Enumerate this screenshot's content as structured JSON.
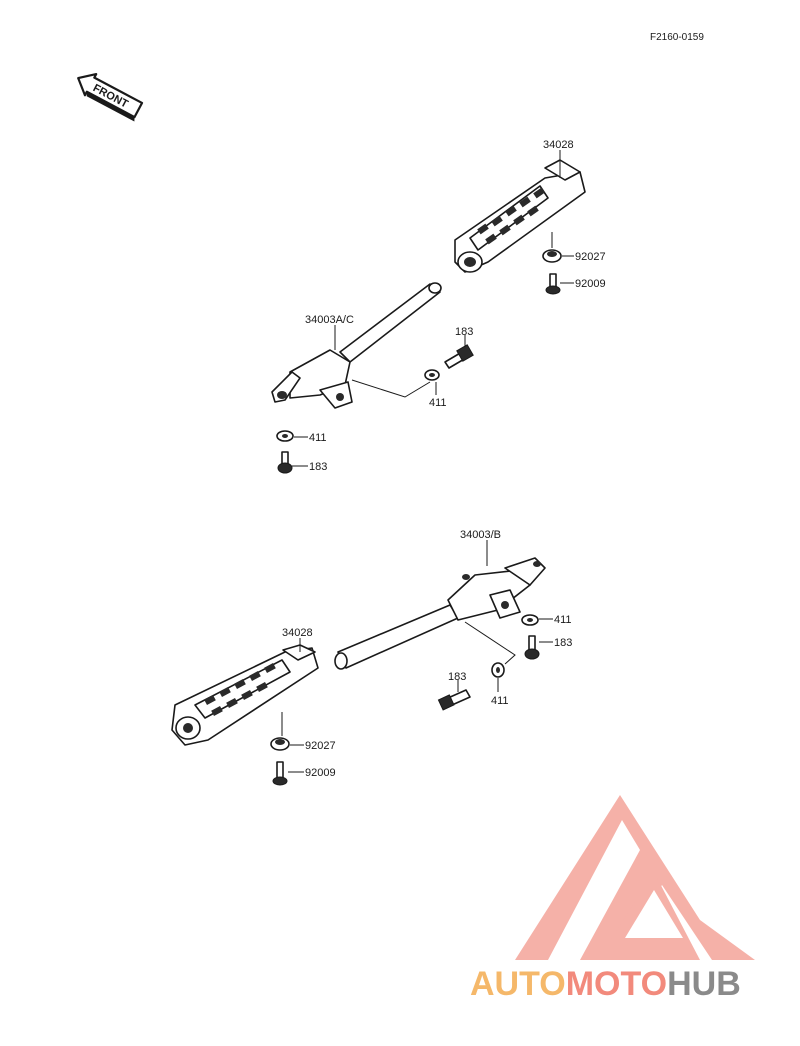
{
  "diagram_code": "F2160-0159",
  "front_label": "FRONT",
  "parts": {
    "footpeg_upper": "34028",
    "footpeg_lower": "34028",
    "bracket_upper": "34003A/C",
    "bracket_lower": "34003/B",
    "collar_upper": "92027",
    "collar_lower": "92027",
    "bolt_upper": "92009",
    "bolt_lower": "92009",
    "bolt_183_a": "183",
    "bolt_183_b": "183",
    "bolt_183_c": "183",
    "bolt_183_d": "183",
    "washer_411_a": "411",
    "washer_411_b": "411",
    "washer_411_c": "411",
    "washer_411_d": "411"
  },
  "watermark": {
    "part1": "AUTO",
    "part2": "MOTO",
    "part3": "HUB",
    "color1": "#f5b86a",
    "color2": "#f28a7c",
    "color3": "#8a8a8a"
  }
}
